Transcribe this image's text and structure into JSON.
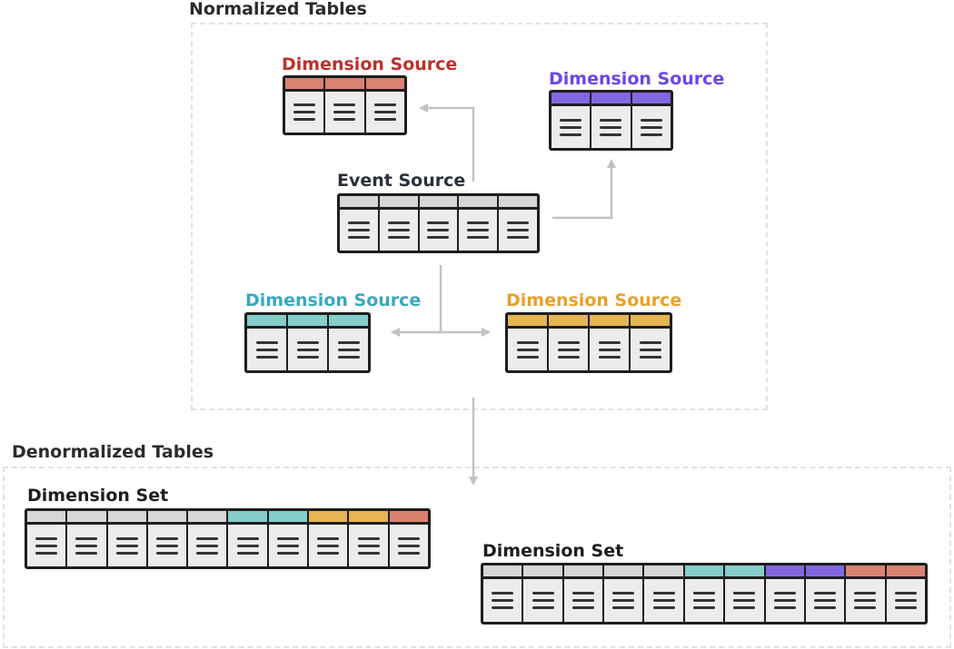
{
  "colors": {
    "red": "#d9826f",
    "purple": "#8367e0",
    "gray": "#d6d6d6",
    "teal": "#84cdca",
    "orange": "#e6b453",
    "red_text": "#bf2f2b",
    "purple_text": "#6b46e8",
    "dark_text": "#2b2f3a",
    "teal_text": "#3aa8bf",
    "orange_text": "#e9a02a",
    "arrow": "#c2c2c2"
  },
  "sections": {
    "normalized_title": "Normalized Tables",
    "denormalized_title": "Denormalized Tables"
  },
  "normalized": {
    "dim_red": {
      "label": "Dimension Source",
      "columns": [
        "red",
        "red",
        "red"
      ]
    },
    "dim_purple": {
      "label": "Dimension Source",
      "columns": [
        "purple",
        "purple",
        "purple"
      ]
    },
    "event": {
      "label": "Event Source",
      "columns": [
        "gray",
        "gray",
        "gray",
        "gray",
        "gray"
      ]
    },
    "dim_teal": {
      "label": "Dimension Source",
      "columns": [
        "teal",
        "teal",
        "teal"
      ]
    },
    "dim_orange": {
      "label": "Dimension Source",
      "columns": [
        "orange",
        "orange",
        "orange",
        "orange"
      ]
    }
  },
  "denormalized": {
    "set1": {
      "label": "Dimension Set",
      "columns": [
        "gray",
        "gray",
        "gray",
        "gray",
        "gray",
        "teal",
        "teal",
        "orange",
        "orange",
        "red"
      ]
    },
    "set2": {
      "label": "Dimension Set",
      "columns": [
        "gray",
        "gray",
        "gray",
        "gray",
        "gray",
        "teal",
        "teal",
        "purple",
        "purple",
        "red",
        "red"
      ]
    }
  }
}
